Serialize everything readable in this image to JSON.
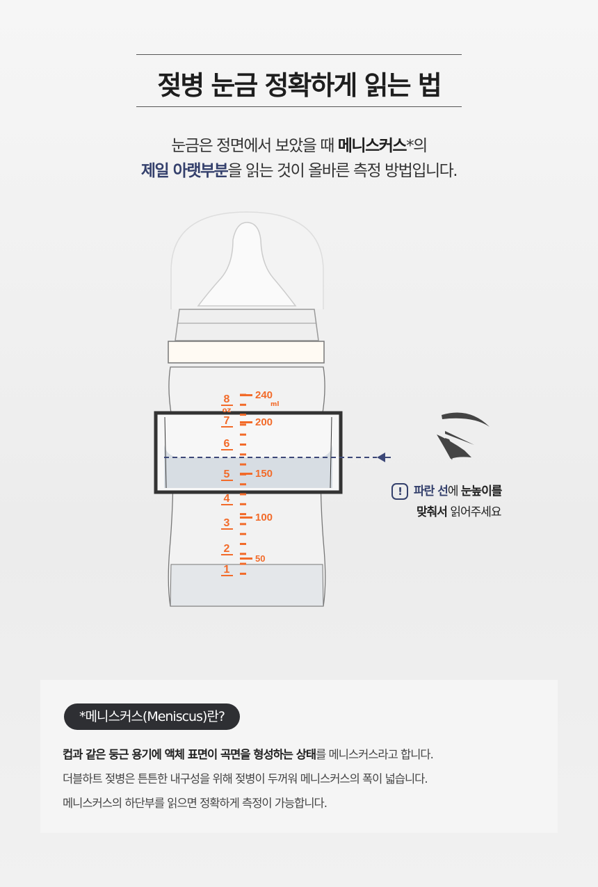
{
  "title": "젖병 눈금 정확하게 읽는 법",
  "subtitle": {
    "line1_prefix": "눈금은 정면에서 보았을 때 ",
    "line1_bold": "메니스커스",
    "line1_suffix": "*의",
    "line2_blue": "제일 아랫부분",
    "line2_suffix": "을 읽는 것이 올바른 측정 방법입니다."
  },
  "scale": {
    "oz_unit": "oz",
    "ml_unit": "ml",
    "oz_labels": [
      "8",
      "7",
      "6",
      "5",
      "4",
      "3",
      "2",
      "1"
    ],
    "ml_labels": [
      "240",
      "200",
      "150",
      "100",
      "50"
    ],
    "accent_color": "#f26b2a"
  },
  "note": {
    "icon": "exclamation-icon",
    "blue": "파란 선",
    "mid": "에 ",
    "bold1": "눈높이를",
    "bold2": "맞춰서",
    "rest": " 읽어주세요",
    "mark": "!"
  },
  "info": {
    "pill": "*메니스커스(Meniscus)란?",
    "line1_bold": "컵과 같은 둥근 용기에 액체 표면이 곡면을 형성하는 상태",
    "line1_rest": "를 메니스커스라고 합니다.",
    "line2": "더블하트 젖병은 튼튼한 내구성을 위해 젖병이 두꺼워  메니스커스의 폭이 넓습니다.",
    "line3": "메니스커스의 하단부를 읽으면 정확하게 측정이 가능합니다."
  }
}
